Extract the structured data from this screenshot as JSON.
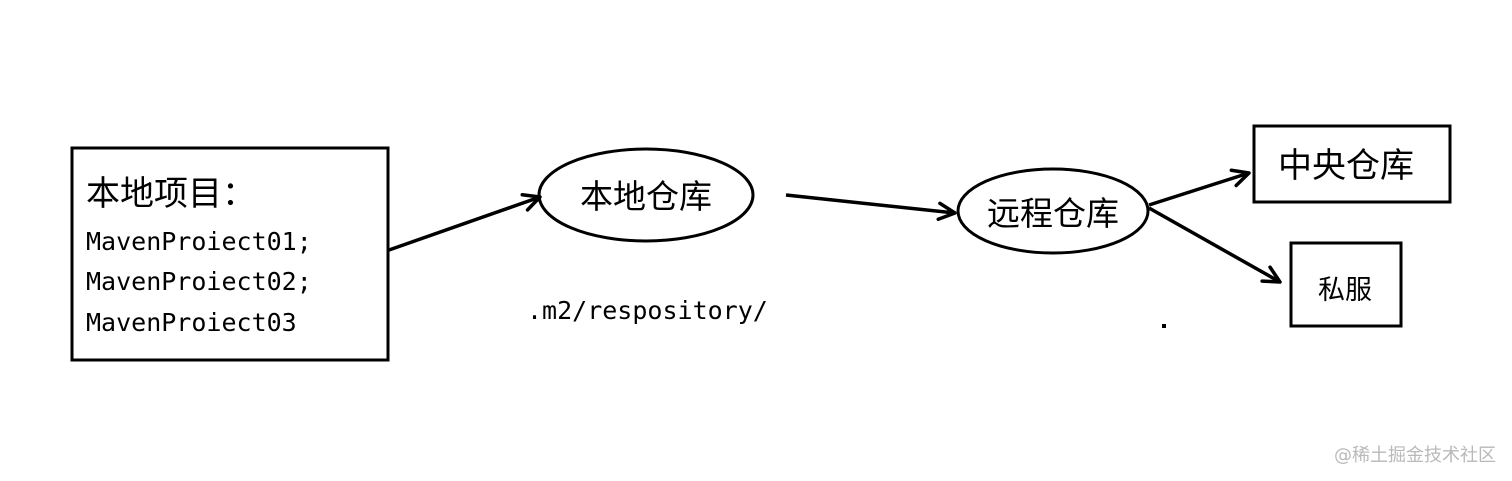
{
  "colors": {
    "stroke": "#000000",
    "text": "#000000",
    "background": "#ffffff",
    "watermark": "#b9b9b9"
  },
  "local_projects": {
    "title": "本地项目：",
    "items": [
      "MavenProiect01;",
      "MavenProiect02;",
      "MavenProiect03"
    ]
  },
  "nodes": {
    "local_repo": "本地仓库",
    "local_repo_path": ".m2/respository/",
    "remote_repo": "远程仓库",
    "central_repo": "中央仓库",
    "private_server": "私服"
  },
  "watermark": "@稀土掘金技术社区"
}
